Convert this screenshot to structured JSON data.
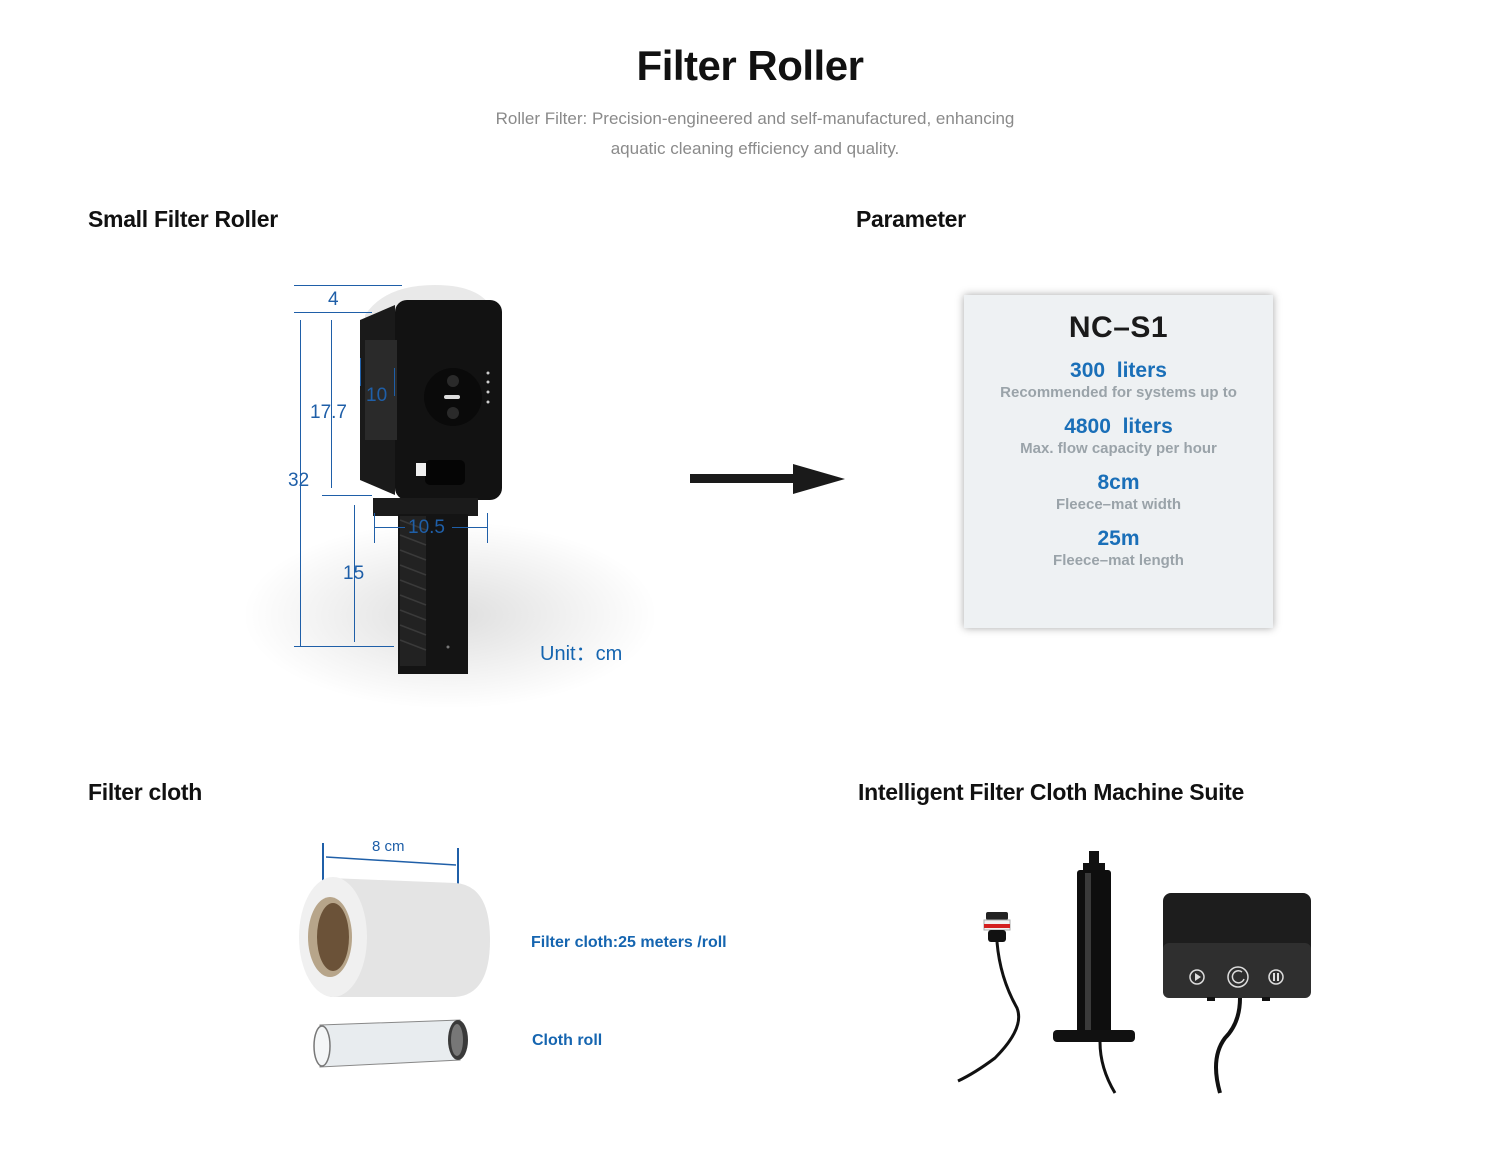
{
  "header": {
    "title": "Filter Roller",
    "subtitle_line1": "Roller Filter: Precision-engineered and self-manufactured, enhancing",
    "subtitle_line2": "aquatic cleaning efficiency and quality."
  },
  "sections": {
    "small_filter_roller": {
      "heading": "Small Filter Roller",
      "dimensions": {
        "top_depth": "4",
        "upper_height": "17.7",
        "side_width": "10",
        "total_height": "32",
        "base_width": "10.5",
        "lower_height": "15"
      },
      "unit_label": "Unit：cm"
    },
    "parameter": {
      "heading": "Parameter",
      "model": "NC–S1",
      "items": [
        {
          "value": "300  liters",
          "label": "Recommended for systems up to"
        },
        {
          "value": "4800  liters",
          "label": "Max. flow capacity per hour"
        },
        {
          "value": "8cm",
          "label": "Fleece–mat width"
        },
        {
          "value": "25m",
          "label": "Fleece–mat length"
        }
      ]
    },
    "filter_cloth": {
      "heading": "Filter cloth",
      "width_label": "8 cm",
      "cloth_caption": "Filter cloth:25 meters /roll",
      "roll_caption": "Cloth roll"
    },
    "machine_suite": {
      "heading": "Intelligent Filter Cloth Machine Suite",
      "controller_icons": [
        "play-icon",
        "refresh-icon",
        "pause-icon"
      ]
    }
  },
  "colors": {
    "accent_blue": "#1565b0",
    "dimension_blue": "#1f5fa8",
    "subtitle_gray": "#8a8a8a"
  }
}
